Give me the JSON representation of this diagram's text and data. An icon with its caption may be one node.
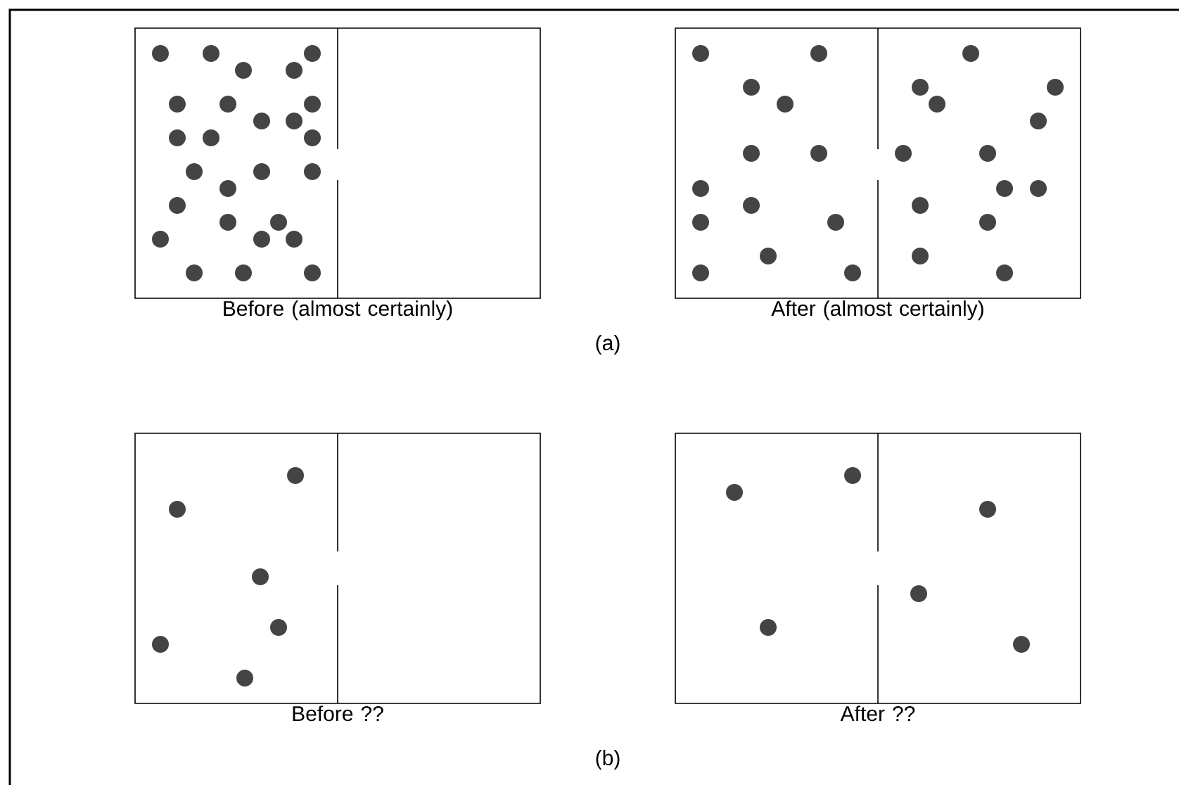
{
  "diagram": {
    "nodes": [
      {
        "text": [
          "Before (almost certainly)"
        ]
      },
      {
        "text": [
          "After (almost certainly)"
        ]
      },
      {
        "text": [
          "Before ??"
        ]
      },
      {
        "text": [
          "After ??"
        ]
      }
    ],
    "labels": [
      "(a)",
      "(b)"
    ]
  }
}
